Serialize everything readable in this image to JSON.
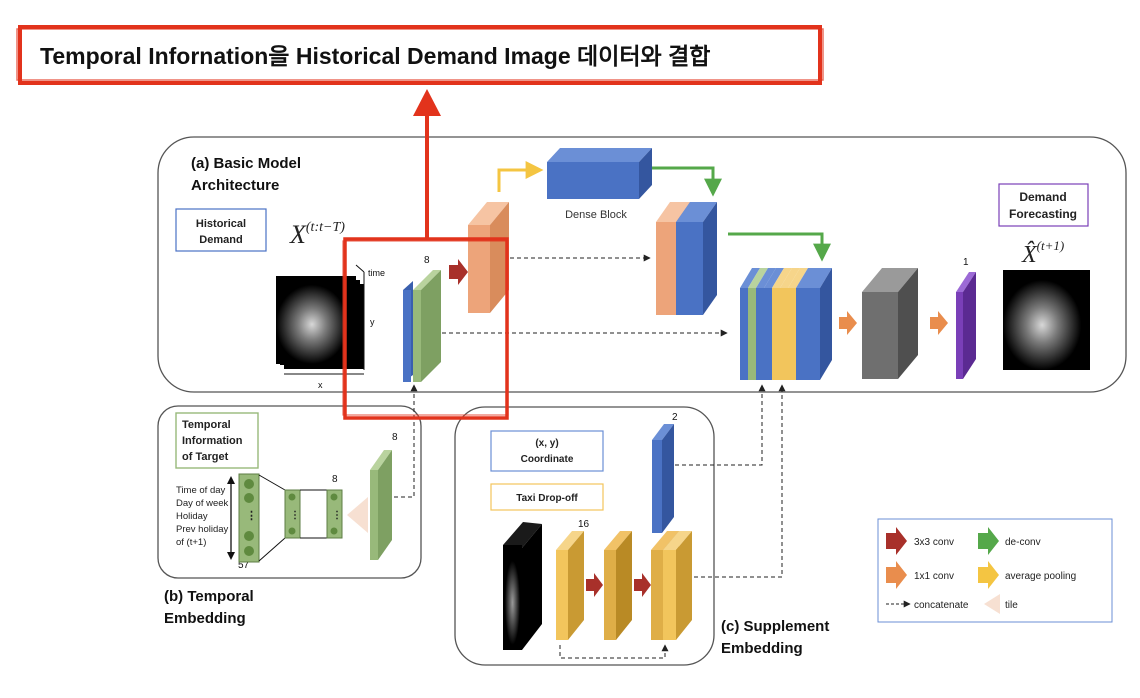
{
  "annotation": {
    "title": "Temporal Infornation을 Historical Demand Image 데이터와 결합",
    "box_color": "#e2331c"
  },
  "panel_a": {
    "title_line1": "(a) Basic Model",
    "title_line2": "Architecture",
    "historical_line1": "Historical",
    "historical_line2": "Demand",
    "input_symbol": "X",
    "input_superscript": "(t:t−T)",
    "axis_time": "time",
    "axis_y": "y",
    "axis_x": "x",
    "channels_in": "8",
    "dense_block": "Dense Block",
    "forecast_line1": "Demand",
    "forecast_line2": "Forecasting",
    "output_symbol": "X̂",
    "output_superscript": "(t+1)",
    "channels_out": "1"
  },
  "panel_b": {
    "title_line1": "(b) Temporal",
    "title_line2": "Embedding",
    "target_line1": "Temporal",
    "target_line2": "Information",
    "target_line3": "of Target",
    "features": [
      "Time of day",
      "Day of week",
      "Holiday",
      "Prev holiday",
      "of (t+1)"
    ],
    "dim_57": "57",
    "dim_8_mid": "8",
    "dim_8_out": "8"
  },
  "panel_c": {
    "title_line1": "(c) Supplement",
    "title_line2": "Embedding",
    "coord_line1": "(x, y)",
    "coord_line2": "Coordinate",
    "taxi": "Taxi Drop-off",
    "dim_2": "2",
    "dim_16": "16"
  },
  "legend": {
    "conv3": "3x3 conv",
    "deconv": "de-conv",
    "conv1": "1x1 conv",
    "avgpool": "average pooling",
    "concat": "concatenate",
    "tile": "tile"
  },
  "colors": {
    "blue": "#4a72c4",
    "green": "#98b97a",
    "orange": "#eda47a",
    "yellow": "#f2c55c",
    "gray": "#6f6f6f",
    "purple": "#7a3fb8",
    "dark_red": "#a8302a",
    "arrow_green": "#55a84a",
    "arrow_yellow": "#f4c542",
    "arrow_orange": "#e98d4d"
  }
}
